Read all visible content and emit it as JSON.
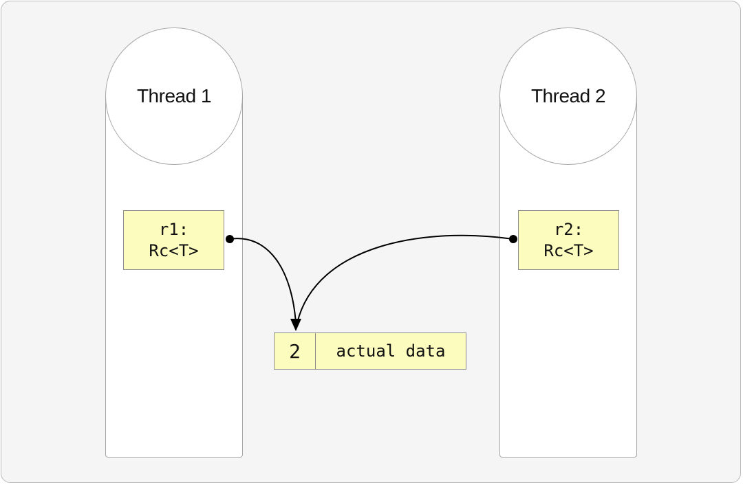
{
  "threads": [
    {
      "label": "Thread 1",
      "ref": {
        "line1": "r1:",
        "line2": "Rc<T>"
      }
    },
    {
      "label": "Thread 2",
      "ref": {
        "line1": "r2:",
        "line2": "Rc<T>"
      }
    }
  ],
  "data_block": {
    "count": "2",
    "text": "actual data"
  },
  "colors": {
    "frame_bg": "#f5f5f5",
    "box_fill": "#fcfcbf",
    "box_border": "#8a8a8a",
    "thread_border": "#a6a6a6",
    "arrow": "#000000"
  }
}
